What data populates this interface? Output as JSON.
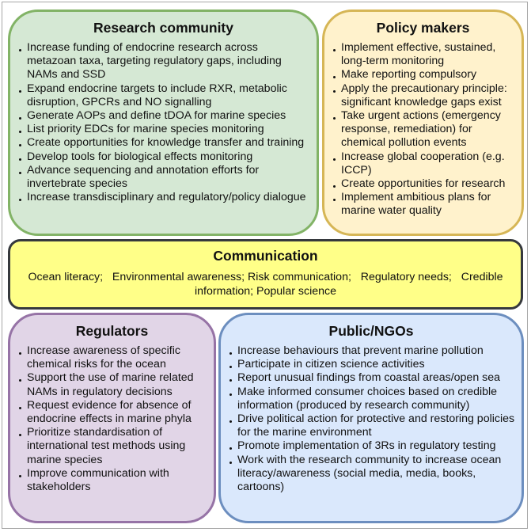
{
  "research": {
    "title": "Research community",
    "color": "#d5e8d4",
    "items": [
      "Increase funding of endocrine research across metazoan taxa, targeting regulatory gaps, including NAMs and SSD",
      "Expand endocrine targets to include RXR, metabolic disruption, GPCRs and NO signalling",
      "Generate AOPs and define tDOA for marine species",
      "List priority EDCs for marine species monitoring",
      "Create opportunities for knowledge transfer and training",
      "Develop tools for biological effects monitoring",
      "Advance sequencing and annotation efforts for invertebrate species",
      "Increase transdisciplinary and regulatory/policy dialogue"
    ]
  },
  "policy": {
    "title": "Policy makers",
    "color": "#fff2cc",
    "items": [
      "Implement effective, sustained, long-term monitoring",
      "Make reporting compulsory",
      "Apply the precautionary principle: significant knowledge gaps exist",
      "Take urgent actions (emergency response, remediation) for chemical pollution events",
      "Increase global cooperation (e.g. ICCP)",
      "Create opportunities for research",
      "Implement ambitious plans for marine water quality"
    ]
  },
  "communication": {
    "title": "Communication",
    "color": "#ffff88",
    "text": "Ocean literacy;   Environmental awareness; Risk communication;   Regulatory needs;   Credible information; Popular science"
  },
  "regulators": {
    "title": "Regulators",
    "color": "#e1d5e7",
    "items": [
      "Increase awareness of specific chemical risks for the ocean",
      "Support the use of marine related NAMs in regulatory decisions",
      "Request evidence for absence of endocrine effects in marine phyla",
      "Prioritize standardisation of international test methods using marine species",
      "Improve communication with stakeholders"
    ]
  },
  "public": {
    "title": "Public/NGOs",
    "color": "#dae8fc",
    "items": [
      "Increase behaviours that prevent marine pollution",
      "Participate in citizen science activities",
      "Report unusual findings from coastal areas/open sea",
      "Make informed consumer choices based on credible information (produced by research community)",
      "Drive political action for protective and restoring policies for the marine environment",
      "Promote implementation of 3Rs in regulatory testing",
      "Work with the research community to increase ocean literacy/awareness (social media, media, books, cartoons)"
    ]
  }
}
